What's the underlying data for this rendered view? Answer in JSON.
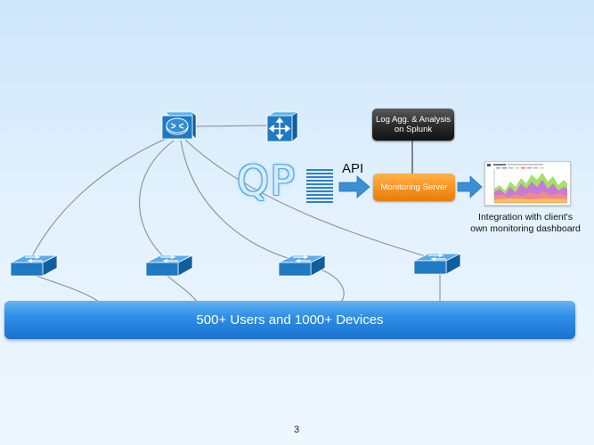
{
  "slide": {
    "users_bar_label": "500+ Users and 1000+ Devices",
    "page_number": "3"
  },
  "top_devices": {
    "router_icon": "router-icon",
    "layer3_switch_icon": "layer3-switch-icon"
  },
  "qp_logo": {
    "text": "QP"
  },
  "api_label": "API",
  "log_analysis": {
    "line1": "Log Agg. & Analysis",
    "line2": "on Splunk"
  },
  "monitoring_server": {
    "label": "Monitoring Server"
  },
  "integration": {
    "line1": "Integration with client's",
    "line2": "own monitoring dashboard"
  },
  "access_switches": [
    "switch-icon",
    "switch-icon",
    "switch-icon",
    "switch-icon"
  ],
  "colors": {
    "background_top": "#cfe6fa",
    "device_blue": "#1f7ac4",
    "monitoring_orange": "#f6921e",
    "log_box_dark": "#222222",
    "users_bar_blue": "#2f8fe6",
    "arrow_blue": "#3a8fd6",
    "wire_gray": "#8a8f95"
  }
}
